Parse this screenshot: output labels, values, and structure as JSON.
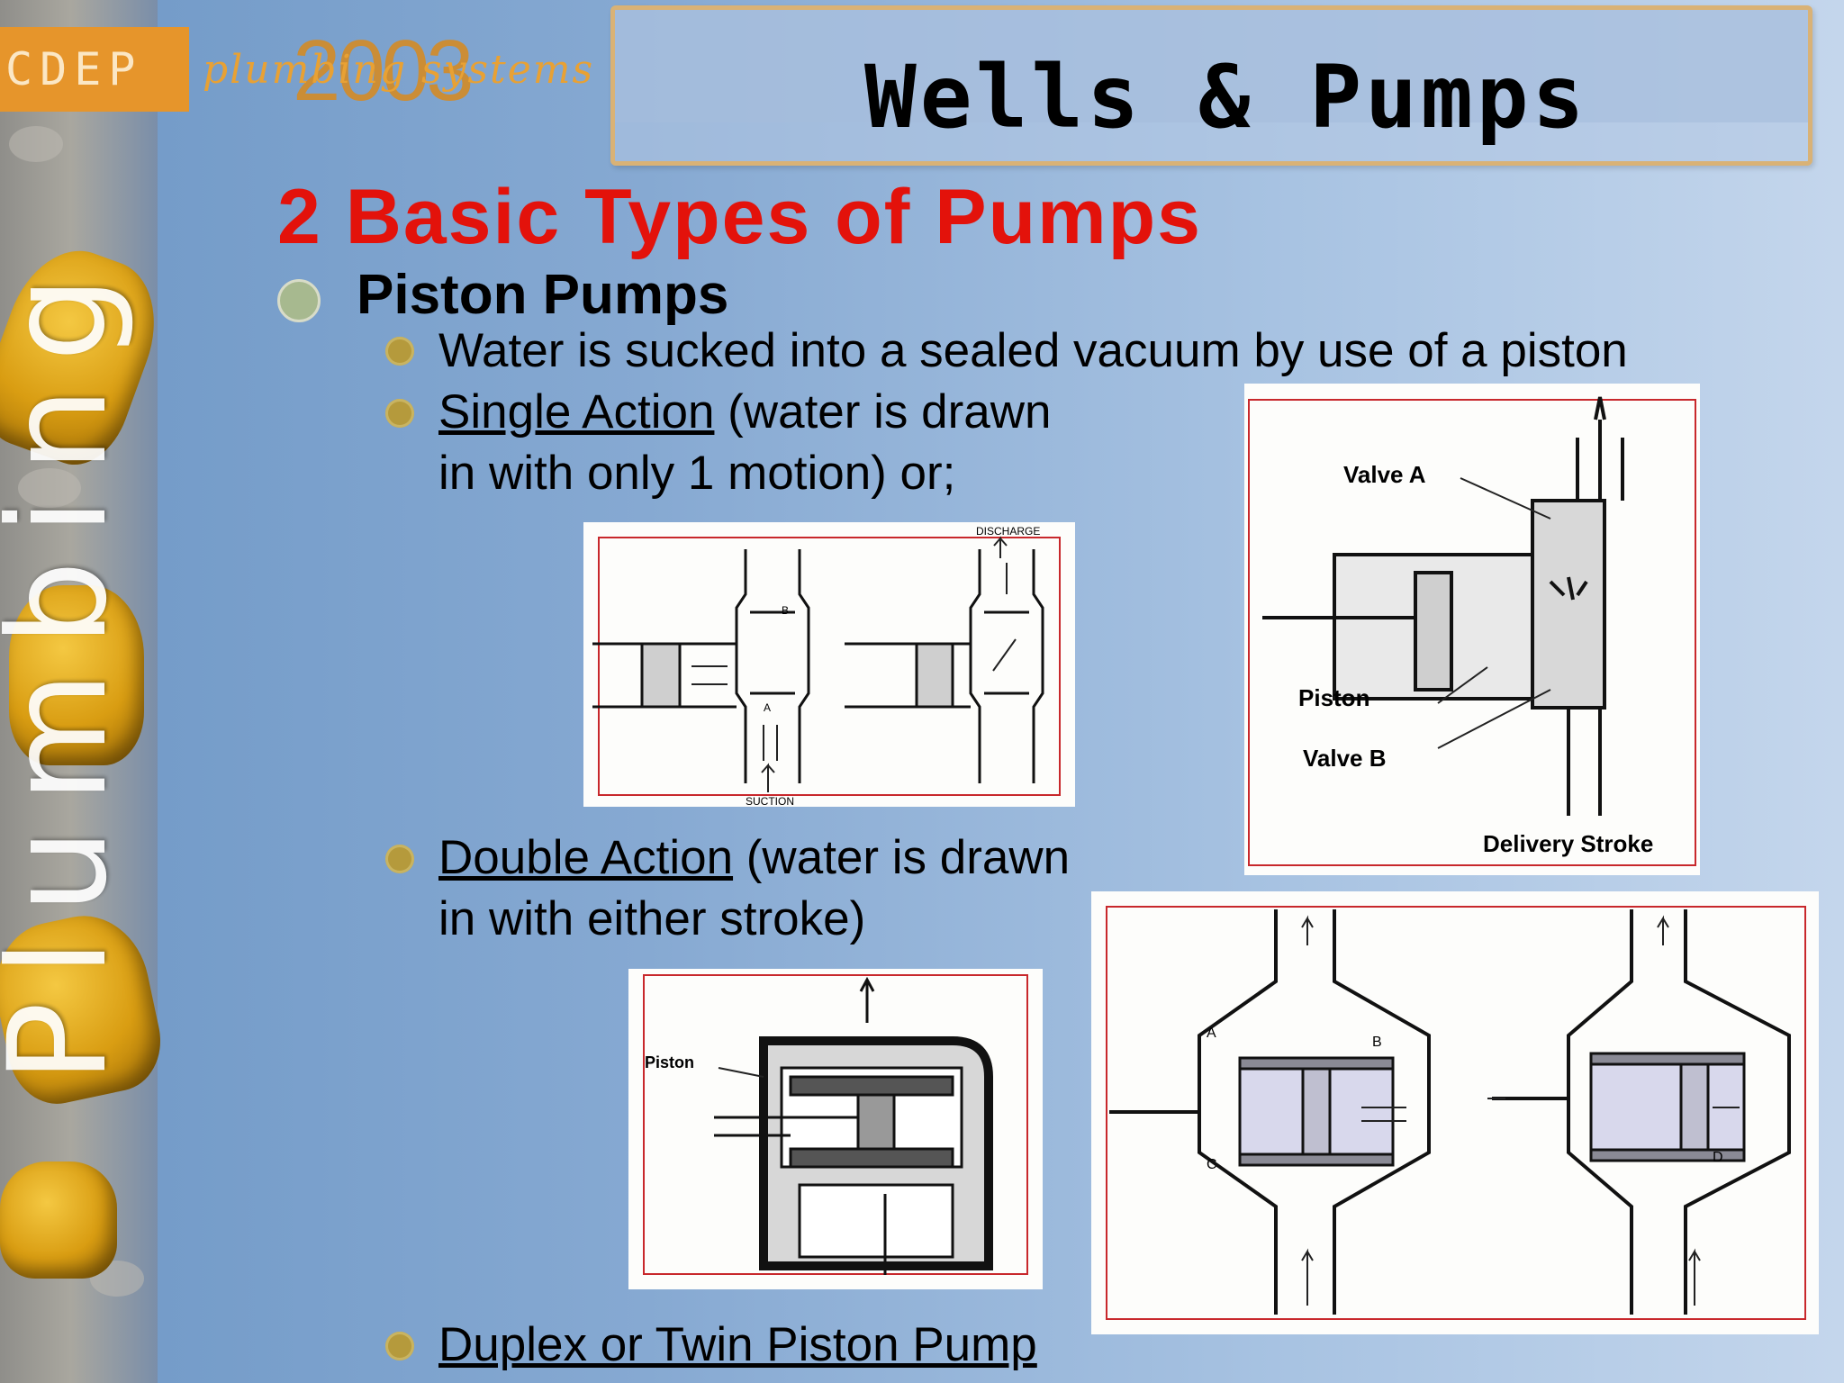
{
  "logo": {
    "org": "CDEP",
    "script": "plumbing systems",
    "year": "2003"
  },
  "side_word": "Plumbing",
  "title": "Wells & Pumps",
  "heading": "2 Basic Types of Pumps",
  "bullets": {
    "piston_pumps": "Piston Pumps",
    "vacuum": "Water is sucked into a sealed vacuum by use of a piston",
    "single_term": "Single Action",
    "single_rest_1": " (water is drawn",
    "single_rest_2": "in with only 1 motion) or;",
    "double_term": "Double Action",
    "double_rest_1": " (water is drawn",
    "double_rest_2": "in with either stroke)",
    "duplex": "Duplex or Twin Piston Pump"
  },
  "figures": {
    "single": {
      "discharge": "DISCHARGE",
      "suction": "SUCTION",
      "valve_a": "A",
      "valve_b": "B"
    },
    "delivery": {
      "valve_a": "Valve A",
      "piston": "Piston",
      "valve_b": "Valve B",
      "caption": "Delivery Stroke"
    },
    "double": {
      "piston": "Piston"
    },
    "duplex": {
      "a": "A",
      "b": "B",
      "c": "C",
      "d": "D"
    }
  },
  "colors": {
    "title_red": "#e3120b",
    "frame_red": "#c8282c",
    "bullet_gold": "#b59a3c",
    "logo_orange": "#e6952b"
  }
}
